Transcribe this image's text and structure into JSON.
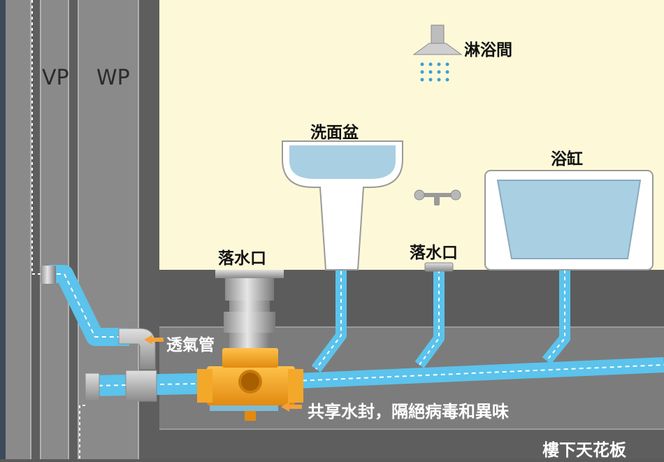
{
  "pipes": {
    "vp": "VP",
    "wp": "WP"
  },
  "fixtures": {
    "shower": "淋浴間",
    "basin": "洗面盆",
    "bathtub": "浴缸",
    "floor_drain_left": "落水口",
    "floor_drain_right": "落水口"
  },
  "callouts": {
    "vent_pipe": "透氣管",
    "shared_trap": "共享水封，隔絕病毒和異味"
  },
  "ceiling": "樓下天花板",
  "colors": {
    "wall_cream": "#fdf9d8",
    "water_blue": "#5bc3ec",
    "trap_orange": "#f6a623",
    "arrow_orange": "#f5a13a",
    "slab_gray": "#7c7c7c",
    "stack_gray": "#8a8a8a"
  },
  "icons": [
    "shower-head-icon",
    "faucet-icon",
    "arrow-icon"
  ]
}
